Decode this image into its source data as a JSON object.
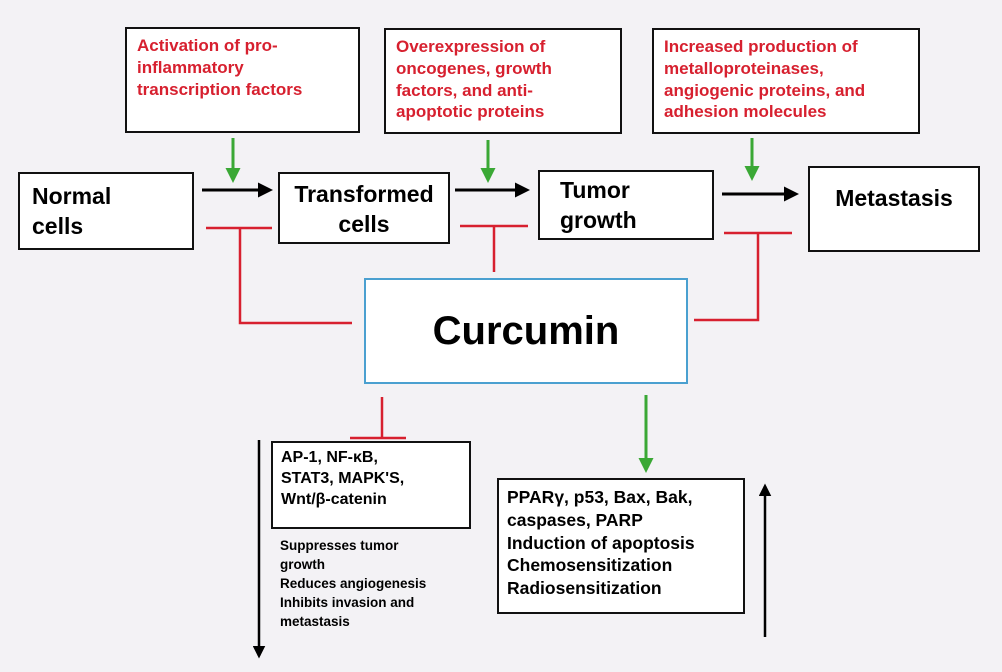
{
  "diagram": {
    "trigger_boxes": [
      "Activation of pro-inflammatory transcription factors",
      "Overexpression of oncogenes, growth factors, and anti-apoptotic proteins",
      "Increased production of metalloproteinases, angiogenic proteins, and adhesion molecules"
    ],
    "trigger_lines": [
      [
        "Activation of pro-",
        "inflammatory",
        "transcription factors"
      ],
      [
        "Overexpression of",
        "oncogenes, growth",
        "factors, and anti-",
        "apoptotic proteins"
      ],
      [
        "Increased production of",
        "metalloproteinases,",
        "angiogenic proteins, and",
        "adhesion molecules"
      ]
    ],
    "stages": [
      [
        "Normal",
        "cells"
      ],
      [
        "Transformed",
        "cells"
      ],
      [
        "Tumor",
        "growth"
      ],
      [
        "Metastasis"
      ]
    ],
    "center": "Curcumin",
    "inhibited_targets": [
      "AP-1, NF-κB,",
      "STAT3, MAPK'S,",
      "Wnt/β-catenin"
    ],
    "inhibited_effects": [
      "Suppresses tumor",
      "growth",
      "Reduces angiogenesis",
      "Inhibits invasion and",
      "metastasis"
    ],
    "induced_targets": [
      "PPARγ, p53, Bax, Bak,",
      "caspases, PARP",
      "Induction of apoptosis",
      "Chemosensitization",
      "Radiosensitization"
    ],
    "colors": {
      "trigger_text": "#d7202f",
      "inhibit_line": "#d7202f",
      "activate_arrow": "#3aa835",
      "progression_arrow": "#000000",
      "center_border": "#4aa0d0"
    }
  }
}
